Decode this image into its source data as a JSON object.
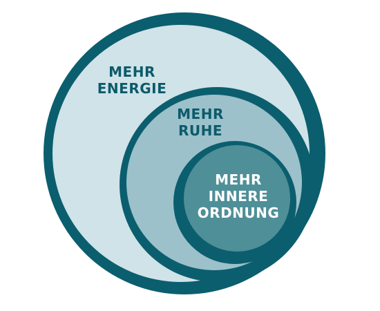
{
  "colors": {
    "ring": "#0b5e6e",
    "outer_fill": "#d0e3e8",
    "middle_fill": "#9cc1ca",
    "inner_fill": "#4f8f98",
    "outer_text": "#0b5a6b",
    "inner_text": "#ffffff"
  },
  "circles": {
    "outer": {
      "line1": "MEHR",
      "line2": "ENERGIE"
    },
    "middle": {
      "line1": "MEHR",
      "line2": "RUHE"
    },
    "inner": {
      "line1": "MEHR",
      "line2": "INNERE",
      "line3": "ORDNUNG"
    }
  }
}
